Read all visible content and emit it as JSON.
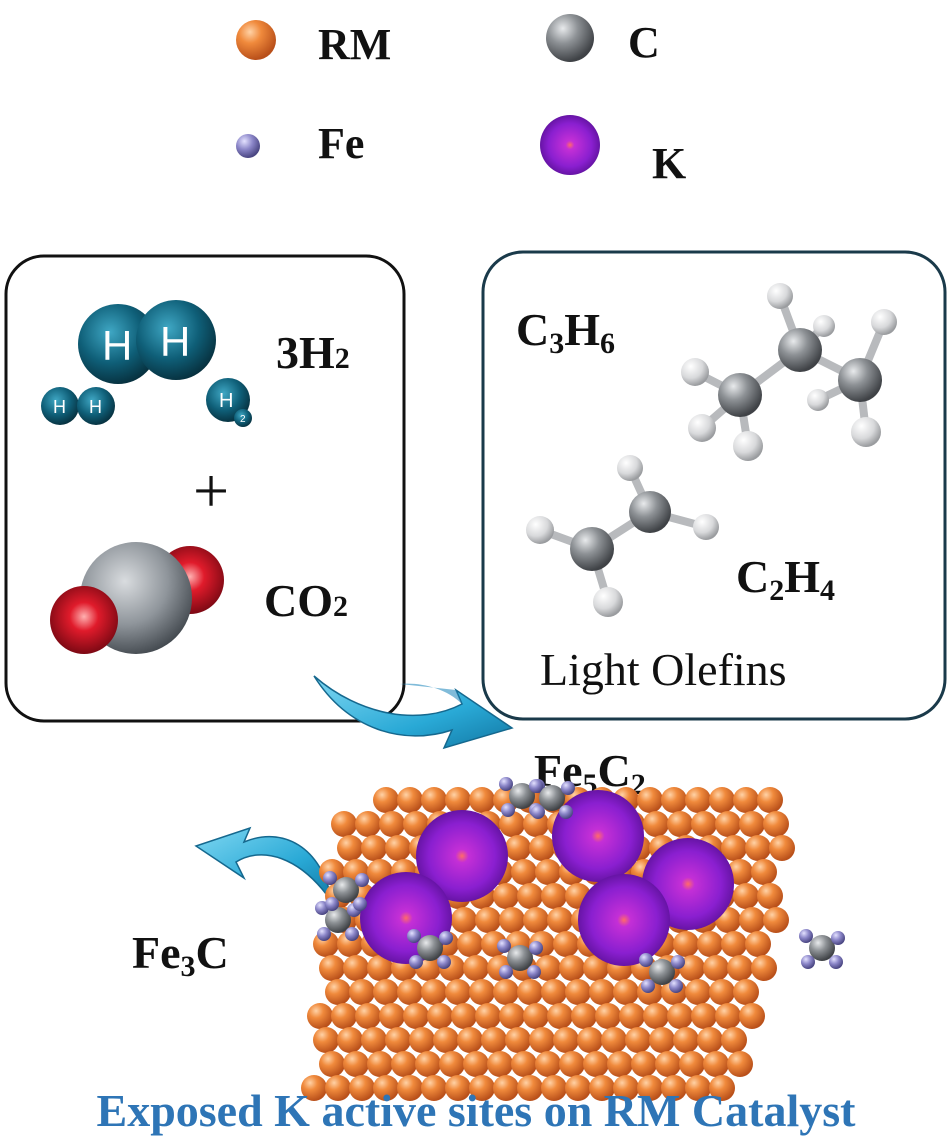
{
  "legend": [
    {
      "label": "RM",
      "icon": "orange-sphere-icon",
      "color": "#e8762d"
    },
    {
      "label": "C",
      "icon": "gray-sphere-icon",
      "color": "#7f8388"
    },
    {
      "label": "Fe",
      "icon": "lavender-sphere-icon",
      "color": "#8b86c8"
    },
    {
      "label": "K",
      "icon": "purple-sphere-icon",
      "color": "#8a2be2"
    }
  ],
  "reactants": {
    "h2_count": "3",
    "h2_formula_main": "H",
    "h2_formula_sub": "2",
    "plus": "+",
    "co2_formula_main": "CO",
    "co2_formula_sub": "2",
    "h_symbol": "H",
    "h2_small_sub": "2"
  },
  "products": {
    "propylene": {
      "c": "C",
      "c_sub": "3",
      "h": "H",
      "h_sub": "6"
    },
    "ethylene": {
      "c": "C",
      "c_sub": "2",
      "h": "H",
      "h_sub": "4"
    },
    "caption": "Light Olefins"
  },
  "phases": {
    "fe5c2": {
      "fe": "Fe",
      "fe_sub": "5",
      "c": "C",
      "c_sub": "2"
    },
    "fe3c": {
      "fe": "Fe",
      "fe_sub": "3",
      "c": "C"
    }
  },
  "caption": "Exposed K active sites on RM Catalyst",
  "colors": {
    "caption": "#2e75b6",
    "arrow": "#29a9d6",
    "h2_molecule": "#0f5f78",
    "oxygen": "#c8102e",
    "box_left_border": "#111111",
    "box_right_border": "#1a3a4a"
  }
}
